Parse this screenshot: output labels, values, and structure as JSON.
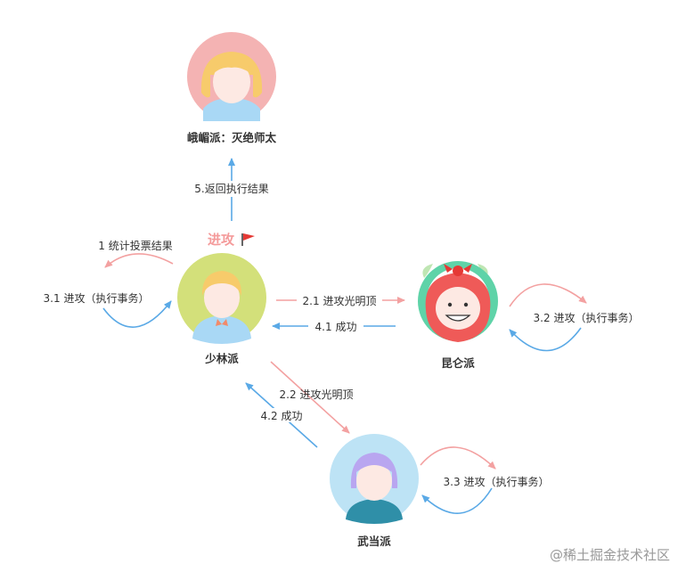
{
  "colors": {
    "forward": "#f3a1a1",
    "back": "#5aa9e6",
    "accent": "#f49a9a",
    "flag": "#e53935"
  },
  "nodes": {
    "emei": {
      "label": "峨嵋派：灭绝师太",
      "avatar": "female-avatar-icon"
    },
    "shaolin": {
      "label": "少林派",
      "badge": "进攻",
      "badge_icon": "red-flag-icon",
      "avatar": "male-avatar-icon"
    },
    "kunlun": {
      "label": "昆仑派",
      "avatar": "devil-avatar-icon"
    },
    "wudang": {
      "label": "武当派",
      "avatar": "purple-hair-avatar-icon"
    }
  },
  "edges": {
    "return_result": "5.返回执行结果",
    "count_votes": "1 统计投票结果",
    "shaolin_self_attack": "3.1 进攻（执行事务）",
    "attack_kunlun": "2.1 进攻光明顶",
    "kunlun_success": "4.1 成功",
    "kunlun_self_attack": "3.2 进攻（执行事务）",
    "attack_wudang": "2.2 进攻光明顶",
    "wudang_success": "4.2 成功",
    "wudang_self_attack": "3.3 进攻（执行事务）"
  },
  "watermark": "@稀土掘金技术社区"
}
